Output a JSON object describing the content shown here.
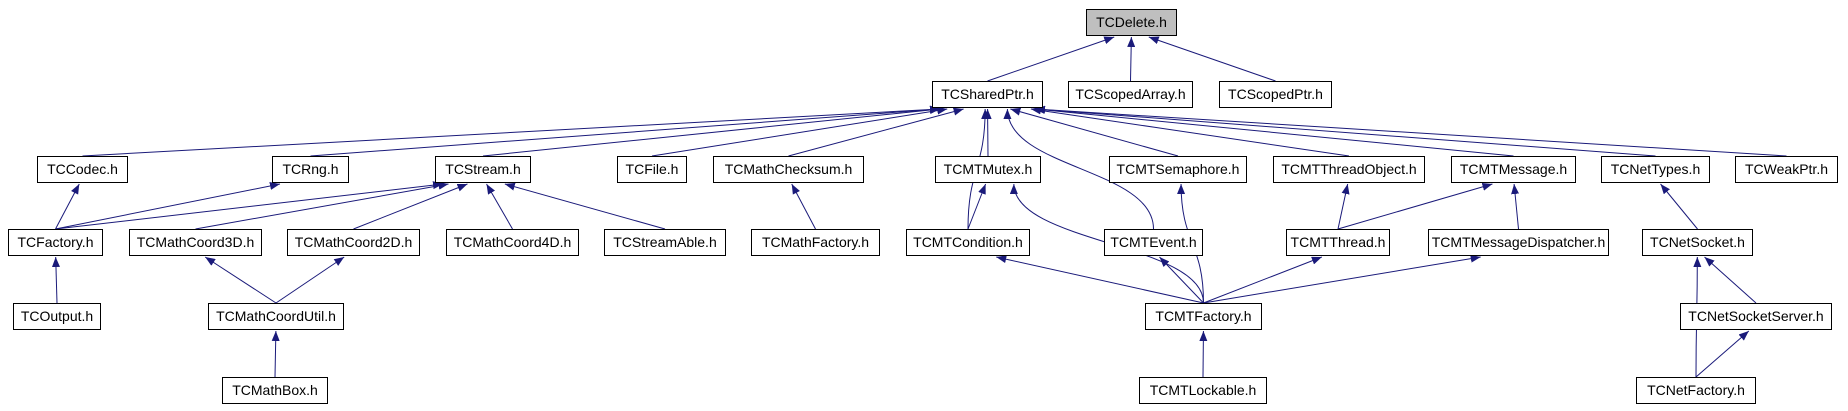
{
  "diagram": {
    "edge_color": "#1a1a7a",
    "root_fill": "#bfbfbf",
    "nodes": [
      {
        "id": "TCDelete",
        "label": "TCDelete.h",
        "root": true
      },
      {
        "id": "TCSharedPtr",
        "label": "TCSharedPtr.h"
      },
      {
        "id": "TCScopedArray",
        "label": "TCScopedArray.h"
      },
      {
        "id": "TCScopedPtr",
        "label": "TCScopedPtr.h"
      },
      {
        "id": "TCCodec",
        "label": "TCCodec.h"
      },
      {
        "id": "TCRng",
        "label": "TCRng.h"
      },
      {
        "id": "TCStream",
        "label": "TCStream.h"
      },
      {
        "id": "TCFile",
        "label": "TCFile.h"
      },
      {
        "id": "TCMathChecksum",
        "label": "TCMathChecksum.h"
      },
      {
        "id": "TCMTMutex",
        "label": "TCMTMutex.h"
      },
      {
        "id": "TCMTSemaphore",
        "label": "TCMTSemaphore.h"
      },
      {
        "id": "TCMTThreadObject",
        "label": "TCMTThreadObject.h"
      },
      {
        "id": "TCMTMessage",
        "label": "TCMTMessage.h"
      },
      {
        "id": "TCNetTypes",
        "label": "TCNetTypes.h"
      },
      {
        "id": "TCWeakPtr",
        "label": "TCWeakPtr.h"
      },
      {
        "id": "TCFactory",
        "label": "TCFactory.h"
      },
      {
        "id": "TCMathCoord3D",
        "label": "TCMathCoord3D.h"
      },
      {
        "id": "TCMathCoord2D",
        "label": "TCMathCoord2D.h"
      },
      {
        "id": "TCMathCoord4D",
        "label": "TCMathCoord4D.h"
      },
      {
        "id": "TCStreamAble",
        "label": "TCStreamAble.h"
      },
      {
        "id": "TCMathFactory",
        "label": "TCMathFactory.h"
      },
      {
        "id": "TCMTCondition",
        "label": "TCMTCondition.h"
      },
      {
        "id": "TCMTEvent",
        "label": "TCMTEvent.h"
      },
      {
        "id": "TCMTThread",
        "label": "TCMTThread.h"
      },
      {
        "id": "TCMTMessageDispatcher",
        "label": "TCMTMessageDispatcher.h"
      },
      {
        "id": "TCNetSocket",
        "label": "TCNetSocket.h"
      },
      {
        "id": "TCOutput",
        "label": "TCOutput.h"
      },
      {
        "id": "TCMathCoordUtil",
        "label": "TCMathCoordUtil.h"
      },
      {
        "id": "TCMTFactory",
        "label": "TCMTFactory.h"
      },
      {
        "id": "TCNetSocketServer",
        "label": "TCNetSocketServer.h"
      },
      {
        "id": "TCMathBox",
        "label": "TCMathBox.h"
      },
      {
        "id": "TCMTLockable",
        "label": "TCMTLockable.h"
      },
      {
        "id": "TCNetFactory",
        "label": "TCNetFactory.h"
      }
    ],
    "edges": [
      {
        "from": "TCSharedPtr",
        "to": "TCDelete"
      },
      {
        "from": "TCScopedArray",
        "to": "TCDelete"
      },
      {
        "from": "TCScopedPtr",
        "to": "TCDelete"
      },
      {
        "from": "TCCodec",
        "to": "TCSharedPtr"
      },
      {
        "from": "TCRng",
        "to": "TCSharedPtr"
      },
      {
        "from": "TCStream",
        "to": "TCSharedPtr"
      },
      {
        "from": "TCFile",
        "to": "TCSharedPtr"
      },
      {
        "from": "TCMathChecksum",
        "to": "TCSharedPtr"
      },
      {
        "from": "TCMTCondition",
        "to": "TCSharedPtr"
      },
      {
        "from": "TCMTMutex",
        "to": "TCSharedPtr"
      },
      {
        "from": "TCMTEvent",
        "to": "TCSharedPtr"
      },
      {
        "from": "TCMTSemaphore",
        "to": "TCSharedPtr"
      },
      {
        "from": "TCMTThreadObject",
        "to": "TCSharedPtr"
      },
      {
        "from": "TCMTMessage",
        "to": "TCSharedPtr"
      },
      {
        "from": "TCNetTypes",
        "to": "TCSharedPtr"
      },
      {
        "from": "TCWeakPtr",
        "to": "TCSharedPtr"
      },
      {
        "from": "TCFactory",
        "to": "TCCodec"
      },
      {
        "from": "TCFactory",
        "to": "TCRng"
      },
      {
        "from": "TCFactory",
        "to": "TCStream"
      },
      {
        "from": "TCMathCoord3D",
        "to": "TCStream"
      },
      {
        "from": "TCMathCoord2D",
        "to": "TCStream"
      },
      {
        "from": "TCMathCoord4D",
        "to": "TCStream"
      },
      {
        "from": "TCStreamAble",
        "to": "TCStream"
      },
      {
        "from": "TCMathFactory",
        "to": "TCMathChecksum"
      },
      {
        "from": "TCMTCondition",
        "to": "TCMTMutex"
      },
      {
        "from": "TCMTThread",
        "to": "TCMTThreadObject"
      },
      {
        "from": "TCMTThread",
        "to": "TCMTMessage"
      },
      {
        "from": "TCMTMessageDispatcher",
        "to": "TCMTMessage"
      },
      {
        "from": "TCNetSocket",
        "to": "TCNetTypes"
      },
      {
        "from": "TCOutput",
        "to": "TCFactory"
      },
      {
        "from": "TCMathCoordUtil",
        "to": "TCMathCoord3D"
      },
      {
        "from": "TCMathCoordUtil",
        "to": "TCMathCoord2D"
      },
      {
        "from": "TCMTFactory",
        "to": "TCMTCondition"
      },
      {
        "from": "TCMTFactory",
        "to": "TCMTMutex"
      },
      {
        "from": "TCMTFactory",
        "to": "TCMTEvent"
      },
      {
        "from": "TCMTFactory",
        "to": "TCMTSemaphore"
      },
      {
        "from": "TCMTFactory",
        "to": "TCMTThread"
      },
      {
        "from": "TCMTFactory",
        "to": "TCMTMessageDispatcher"
      },
      {
        "from": "TCNetSocketServer",
        "to": "TCNetSocket"
      },
      {
        "from": "TCNetFactory",
        "to": "TCNetSocket"
      },
      {
        "from": "TCNetFactory",
        "to": "TCNetSocketServer"
      },
      {
        "from": "TCMathBox",
        "to": "TCMathCoordUtil"
      },
      {
        "from": "TCMTLockable",
        "to": "TCMTFactory"
      }
    ]
  }
}
